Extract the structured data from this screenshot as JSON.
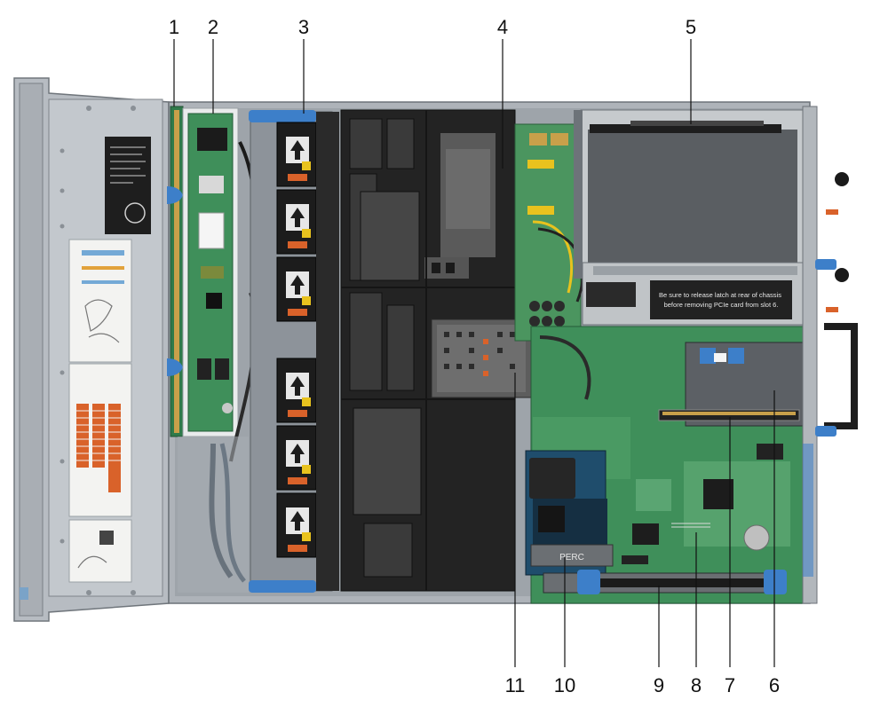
{
  "callouts": {
    "top": [
      {
        "id": "c1",
        "label": "1"
      },
      {
        "id": "c2",
        "label": "2"
      },
      {
        "id": "c3",
        "label": "3"
      },
      {
        "id": "c4",
        "label": "4"
      },
      {
        "id": "c5",
        "label": "5"
      }
    ],
    "bottom": [
      {
        "id": "c11",
        "label": "11"
      },
      {
        "id": "c10",
        "label": "10"
      },
      {
        "id": "c9",
        "label": "9"
      },
      {
        "id": "c8",
        "label": "8"
      },
      {
        "id": "c7",
        "label": "7"
      },
      {
        "id": "c6",
        "label": "6"
      }
    ]
  },
  "card_text": {
    "riser_warning": "Be sure to release latch at rear of chassis before removing PCIe card from slot 6.",
    "perc_label": "PERC"
  },
  "colors": {
    "chassis": "#b9bec4",
    "chassis_dark": "#6f757c",
    "board_green": "#3f8f5a",
    "fan_black": "#1c1c1c",
    "shroud_black": "#232323",
    "accent_blue": "#3d7fc9",
    "label_orange": "#d9622a",
    "warning_yellow": "#e8c21e"
  },
  "icons": {
    "fan": "fan-icon",
    "arrow": "arrow-up-icon",
    "latch": "latch-icon"
  }
}
